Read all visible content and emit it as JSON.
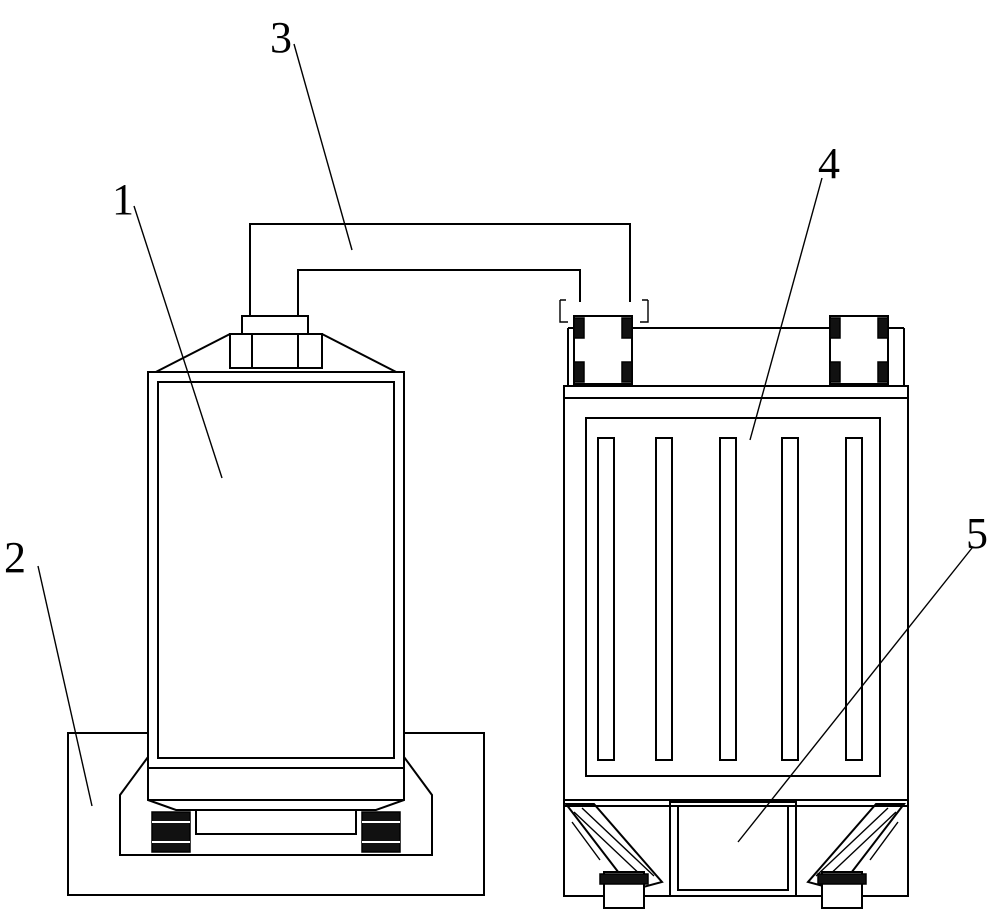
{
  "labels": {
    "l1": "1",
    "l2": "2",
    "l3": "3",
    "l4": "4",
    "l5": "5"
  },
  "colors": {
    "stroke": "#000000",
    "background": "#ffffff"
  }
}
